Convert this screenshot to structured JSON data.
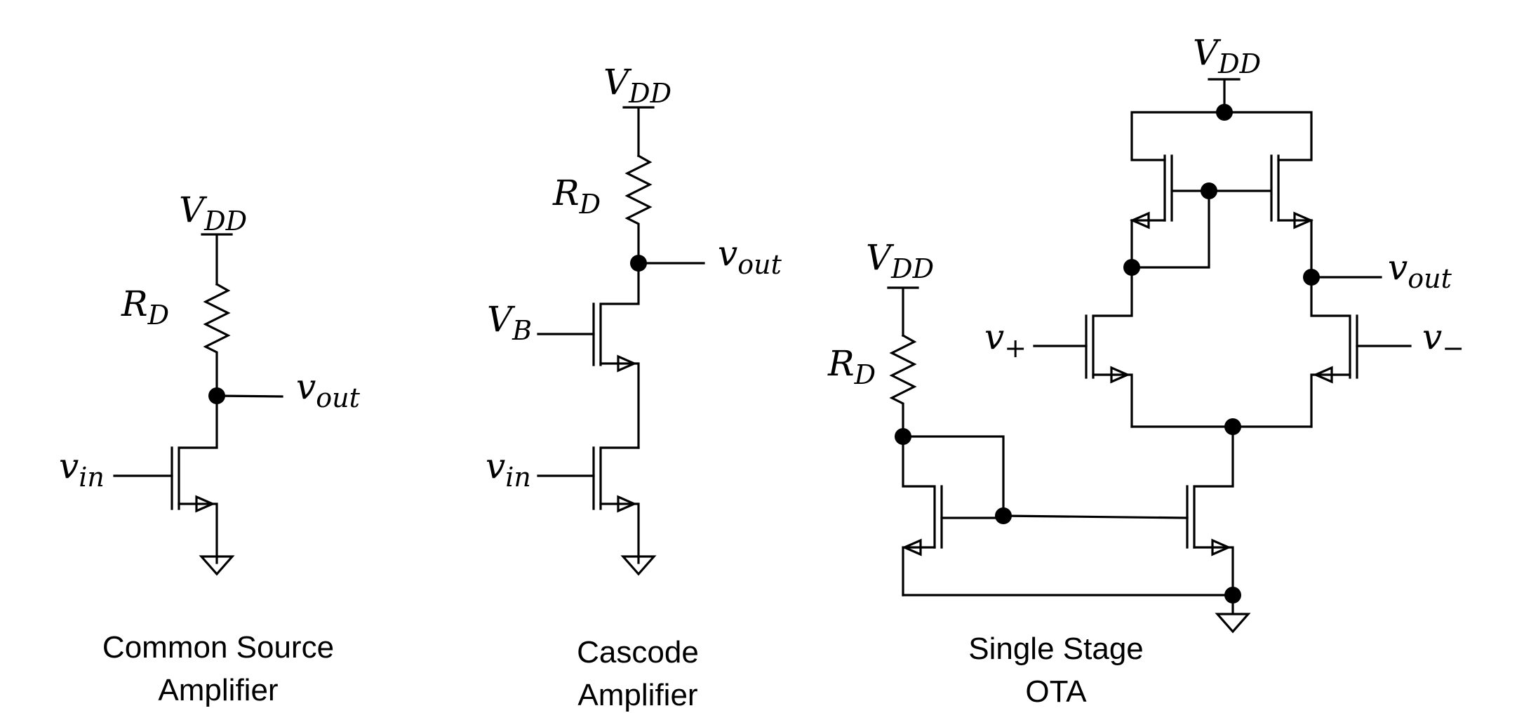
{
  "labels": {
    "vdd_main": "V",
    "vdd_sub": "DD",
    "rd_main": "R",
    "rd_sub": "D",
    "vout_main": "v",
    "vout_sub": "out",
    "vin_main": "v",
    "vin_sub": "in",
    "vb_main": "V",
    "vb_sub": "B",
    "vplus_main": "v",
    "vplus_sub": "+",
    "vminus_main": "v",
    "vminus_sub": "−"
  },
  "captions": {
    "common_source": [
      "Common Source",
      "Amplifier"
    ],
    "cascode": [
      "Cascode",
      "Amplifier"
    ],
    "ota": [
      "Single Stage",
      "OTA"
    ]
  }
}
